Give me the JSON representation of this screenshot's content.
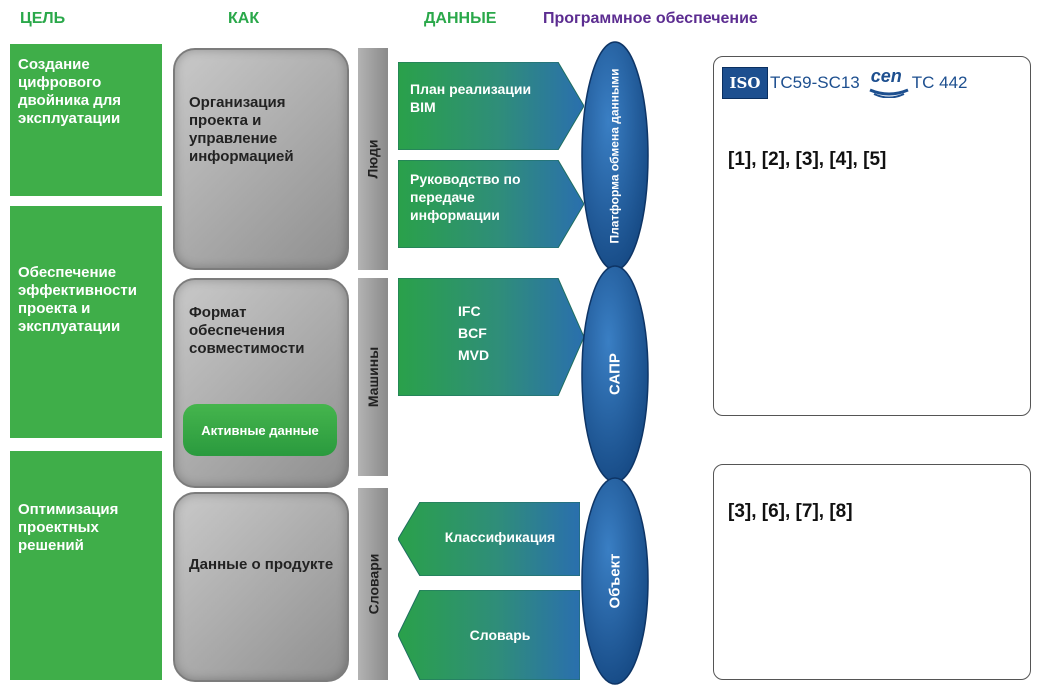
{
  "headers": {
    "goal": "ЦЕЛЬ",
    "how": "КАК",
    "data": "ДАННЫЕ",
    "software": "Программное обеспечение"
  },
  "goals": [
    "Создание цифрового двойника для эксплуатации",
    "Обеспечение эффективности проекта и эксплуатации",
    "Оптимизация проектных решений"
  ],
  "how_boxes": {
    "org": "Организация проекта и управление информацией",
    "format": "Формат обеспечения совместимости",
    "active_data": "Активные данные",
    "product": "Данные о продукте"
  },
  "vbars": {
    "people": "Люди",
    "machines": "Машины",
    "dictionaries": "Словари"
  },
  "data_items": {
    "bim_plan": "План реализации BIM",
    "guide": "Руководство по передаче информации",
    "formats": "IFC\nBCF\nMVD",
    "classification": "Классификация",
    "dictionary": "Словарь"
  },
  "software_items": {
    "exchange": "Платформа обмена данными",
    "cad": "САПР",
    "object": "Объект"
  },
  "standards": {
    "iso_logo": "ISO",
    "iso_tc": "TC59-SC13",
    "cen_logo": "cen",
    "cen_tc": "TC 442",
    "refs_top": "[1], [2], [3], [4], [5]",
    "refs_bottom": "[3], [6], [7], [8]"
  },
  "colors": {
    "goal_green": "#3fae49",
    "header_green": "#2aa84a",
    "header_purple": "#5c2d91",
    "ellipse_blue": "#1d5aa0",
    "arrow_green": "#2f9e52",
    "arrow_blue": "#2a6fae"
  }
}
